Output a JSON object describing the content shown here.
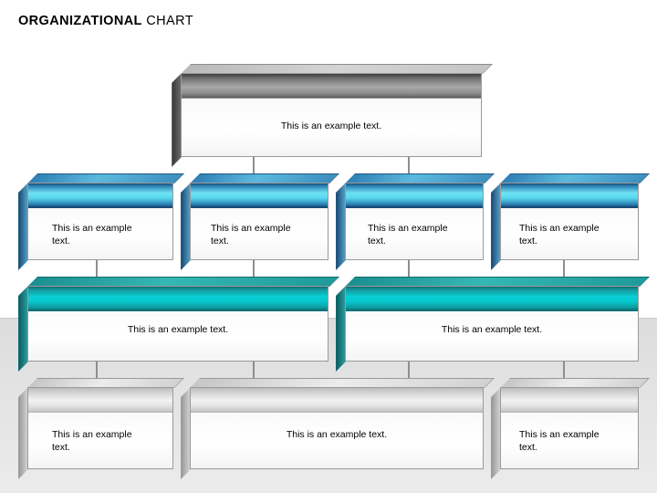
{
  "slide": {
    "title_strong": "ORGANIZATIONAL",
    "title_light": "CHART",
    "background_color": "#ffffff",
    "floor_color": "#e2e2e2"
  },
  "palette": {
    "root_band": "#8c8c8c",
    "cyan_band": "#57d6ee",
    "teal_band": "#06c6cb",
    "silver_band": "#e2e2e2",
    "box_body": "#fbfbfb",
    "connector": "#8e8e8e",
    "text": "#000000"
  },
  "chart_data": {
    "type": "diagram",
    "title": "ORGANIZATIONAL CHART",
    "levels": [
      {
        "level": 1,
        "style": "dark",
        "nodes": [
          {
            "id": "n1",
            "text": "This is an example text.",
            "align": "center"
          }
        ]
      },
      {
        "level": 2,
        "style": "cyan",
        "nodes": [
          {
            "id": "n2",
            "text": "This is an example text.",
            "align": "left"
          },
          {
            "id": "n3",
            "text": "This is an example text.",
            "align": "left"
          },
          {
            "id": "n4",
            "text": "This is an example text.",
            "align": "left"
          },
          {
            "id": "n5",
            "text": "This is an example text.",
            "align": "left"
          }
        ]
      },
      {
        "level": 3,
        "style": "teal",
        "nodes": [
          {
            "id": "n6",
            "text": "This is an example text.",
            "align": "center"
          },
          {
            "id": "n7",
            "text": "This is an example text.",
            "align": "center"
          }
        ]
      },
      {
        "level": 4,
        "style": "silver",
        "nodes": [
          {
            "id": "n8",
            "text": "This is an example text.",
            "align": "left"
          },
          {
            "id": "n9",
            "text": "This is an example text.",
            "align": "center"
          },
          {
            "id": "n10",
            "text": "This is an example text.",
            "align": "left"
          }
        ]
      }
    ]
  },
  "nodes": {
    "root": {
      "text": "This is an example text."
    },
    "r2c1": {
      "text": "This is an example text."
    },
    "r2c2": {
      "text": "This is an example text."
    },
    "r2c3": {
      "text": "This is an example text."
    },
    "r2c4": {
      "text": "This is an example text."
    },
    "r3c1": {
      "text": "This is an example text."
    },
    "r3c2": {
      "text": "This is an example text."
    },
    "r4c1": {
      "text": "This is an example text."
    },
    "r4c2": {
      "text": "This is an example text."
    },
    "r4c3": {
      "text": "This is an example text."
    }
  }
}
